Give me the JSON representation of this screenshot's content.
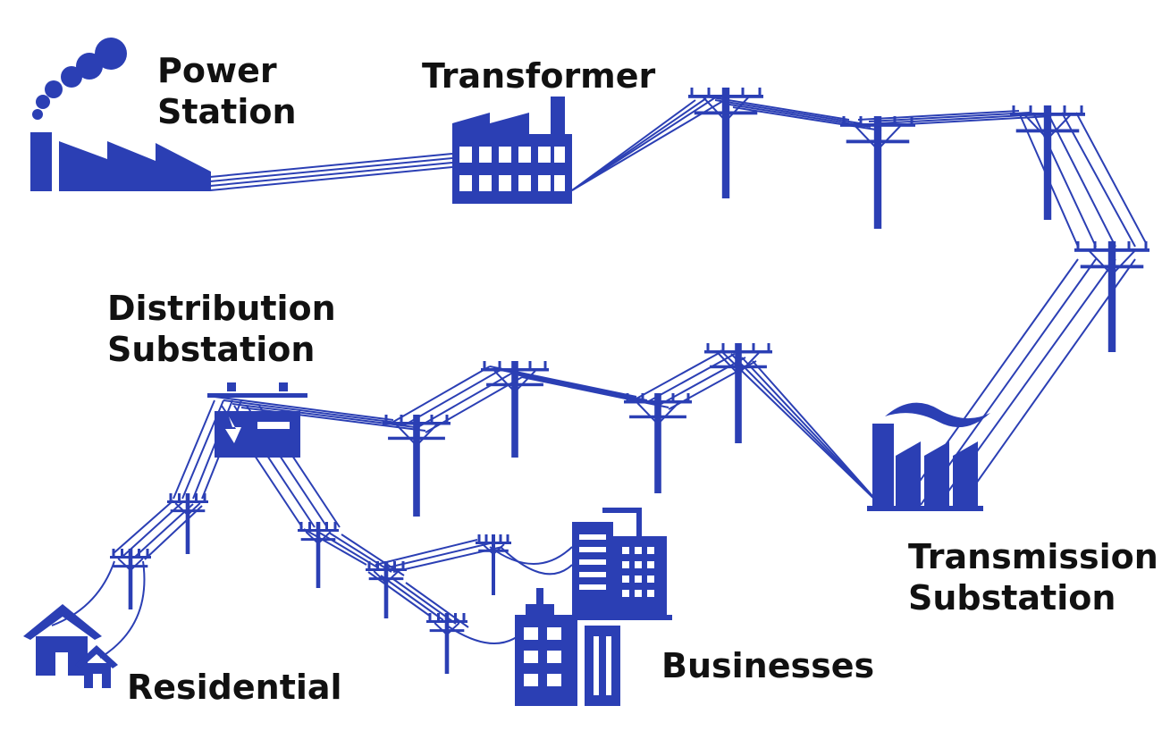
{
  "labels": {
    "power_station": [
      "Power",
      "Station"
    ],
    "transformer": "Transformer",
    "distribution_substation": [
      "Distribution",
      "Substation"
    ],
    "transmission_substation": [
      "Transmission",
      "Substation"
    ],
    "residential": "Residential",
    "businesses": "Businesses"
  },
  "colors": {
    "icon": "#2b3fb4",
    "wire": "#2b3fb4",
    "text": "#111111",
    "background": "#ffffff"
  }
}
